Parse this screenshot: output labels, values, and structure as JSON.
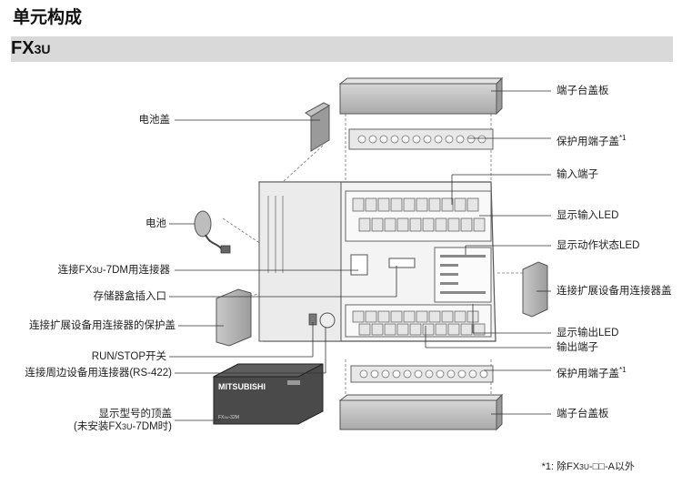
{
  "page_title": "单元构成",
  "section": {
    "title_main": "FX",
    "title_sub": "3U"
  },
  "labels": {
    "terminal_cover_top": "端子台盖板",
    "protective_terminal_cover_top": "保护用端子盖",
    "note_mark": "*1",
    "input_terminal": "输入端子",
    "input_led": "显示输入LED",
    "status_led": "显示动作状态LED",
    "expansion_connector_cover": "连接扩展设备用连接器盖",
    "output_led": "显示输出LED",
    "output_terminal": "输出端子",
    "protective_terminal_cover_bottom": "保护用端子盖",
    "terminal_cover_bottom": "端子台盖板",
    "battery_cover": "电池盖",
    "battery": "电池",
    "dm_connector_pre": "连接FX",
    "dm_connector_small": "3U",
    "dm_connector_post": "-7DM用连接器",
    "memory_cassette": "存储器盒插入口",
    "expansion_connector_protect": "连接扩展设备用连接器的保护盖",
    "run_stop": "RUN/STOP开关",
    "peripheral_connector": "连接周边设备用连接器(RS-422)",
    "top_cover_line1": "显示型号的顶盖",
    "top_cover_line2_pre": "(未安装FX",
    "top_cover_line2_small": "3U",
    "top_cover_line2_post": "-7DM时)"
  },
  "device_text": {
    "brand": "MITSUBISHI",
    "model_pre": "FX",
    "model_small": "3U",
    "model_post": "-32M"
  },
  "footnote": {
    "pre": "*1: 除FX",
    "small": "3U",
    "post": "-□□-A以外"
  },
  "colors": {
    "outline": "#555555",
    "cover_gray": "#b8b8b8",
    "dark_gray": "#4a4a4a",
    "bar_gray": "#d9d9d9"
  }
}
